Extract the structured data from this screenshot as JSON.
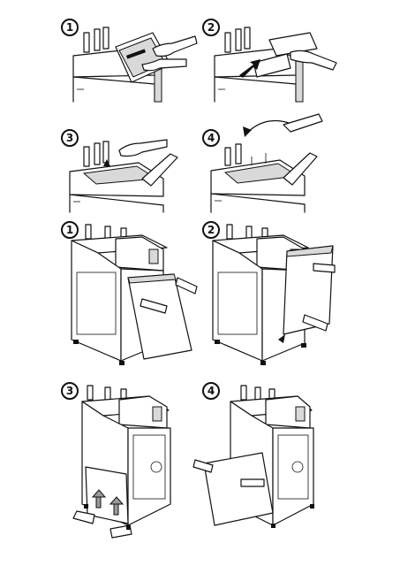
{
  "steps": {
    "row1": [
      "1",
      "2"
    ],
    "row2": [
      "3",
      "4"
    ],
    "row3": [
      "1",
      "2"
    ],
    "row4": [
      "3",
      "4"
    ]
  },
  "colors": {
    "line": "#111111",
    "shade": "#d9d9d9",
    "dark": "#9a9a9a",
    "paper": "#ffffff"
  }
}
